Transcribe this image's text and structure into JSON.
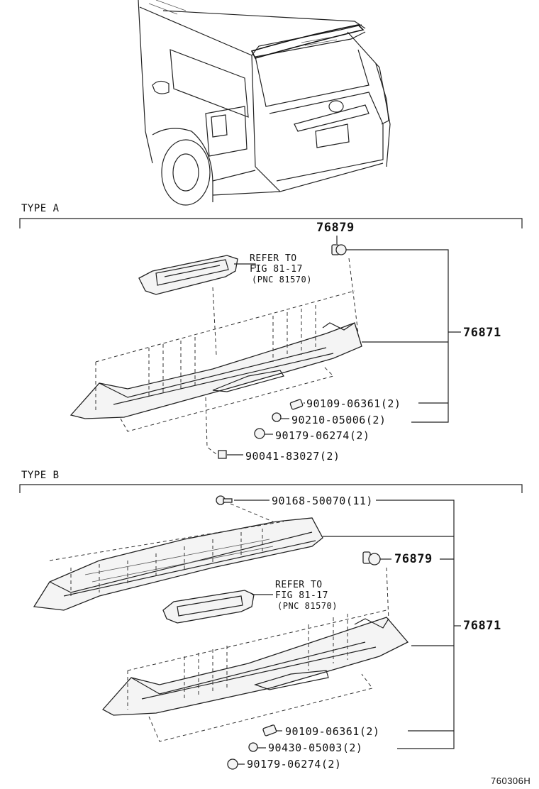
{
  "sections": {
    "type_a": "TYPE A",
    "type_b": "TYPE B"
  },
  "type_a": {
    "part_76879": "76879",
    "part_76871": "76871",
    "refer_line1": "REFER TO",
    "refer_line2": "FIG 81-17",
    "refer_line3": "(PNC 81570)",
    "callouts": [
      {
        "part": "90109-06361",
        "qty": "(2)"
      },
      {
        "part": "90210-05006",
        "qty": "(2)"
      },
      {
        "part": "90179-06274",
        "qty": "(2)"
      },
      {
        "part": "90041-83027",
        "qty": "(2)"
      }
    ]
  },
  "type_b": {
    "part_76879": "76879",
    "part_76871": "76871",
    "refer_line1": "REFER TO",
    "refer_line2": "FIG 81-17",
    "refer_line3": "(PNC 81570)",
    "callouts": [
      {
        "part": "90168-50070",
        "qty": "(11)"
      },
      {
        "part": "90109-06361",
        "qty": "(2)"
      },
      {
        "part": "90430-05003",
        "qty": "(2)"
      },
      {
        "part": "90179-06274",
        "qty": "(2)"
      }
    ]
  },
  "figure_code": "760306H"
}
